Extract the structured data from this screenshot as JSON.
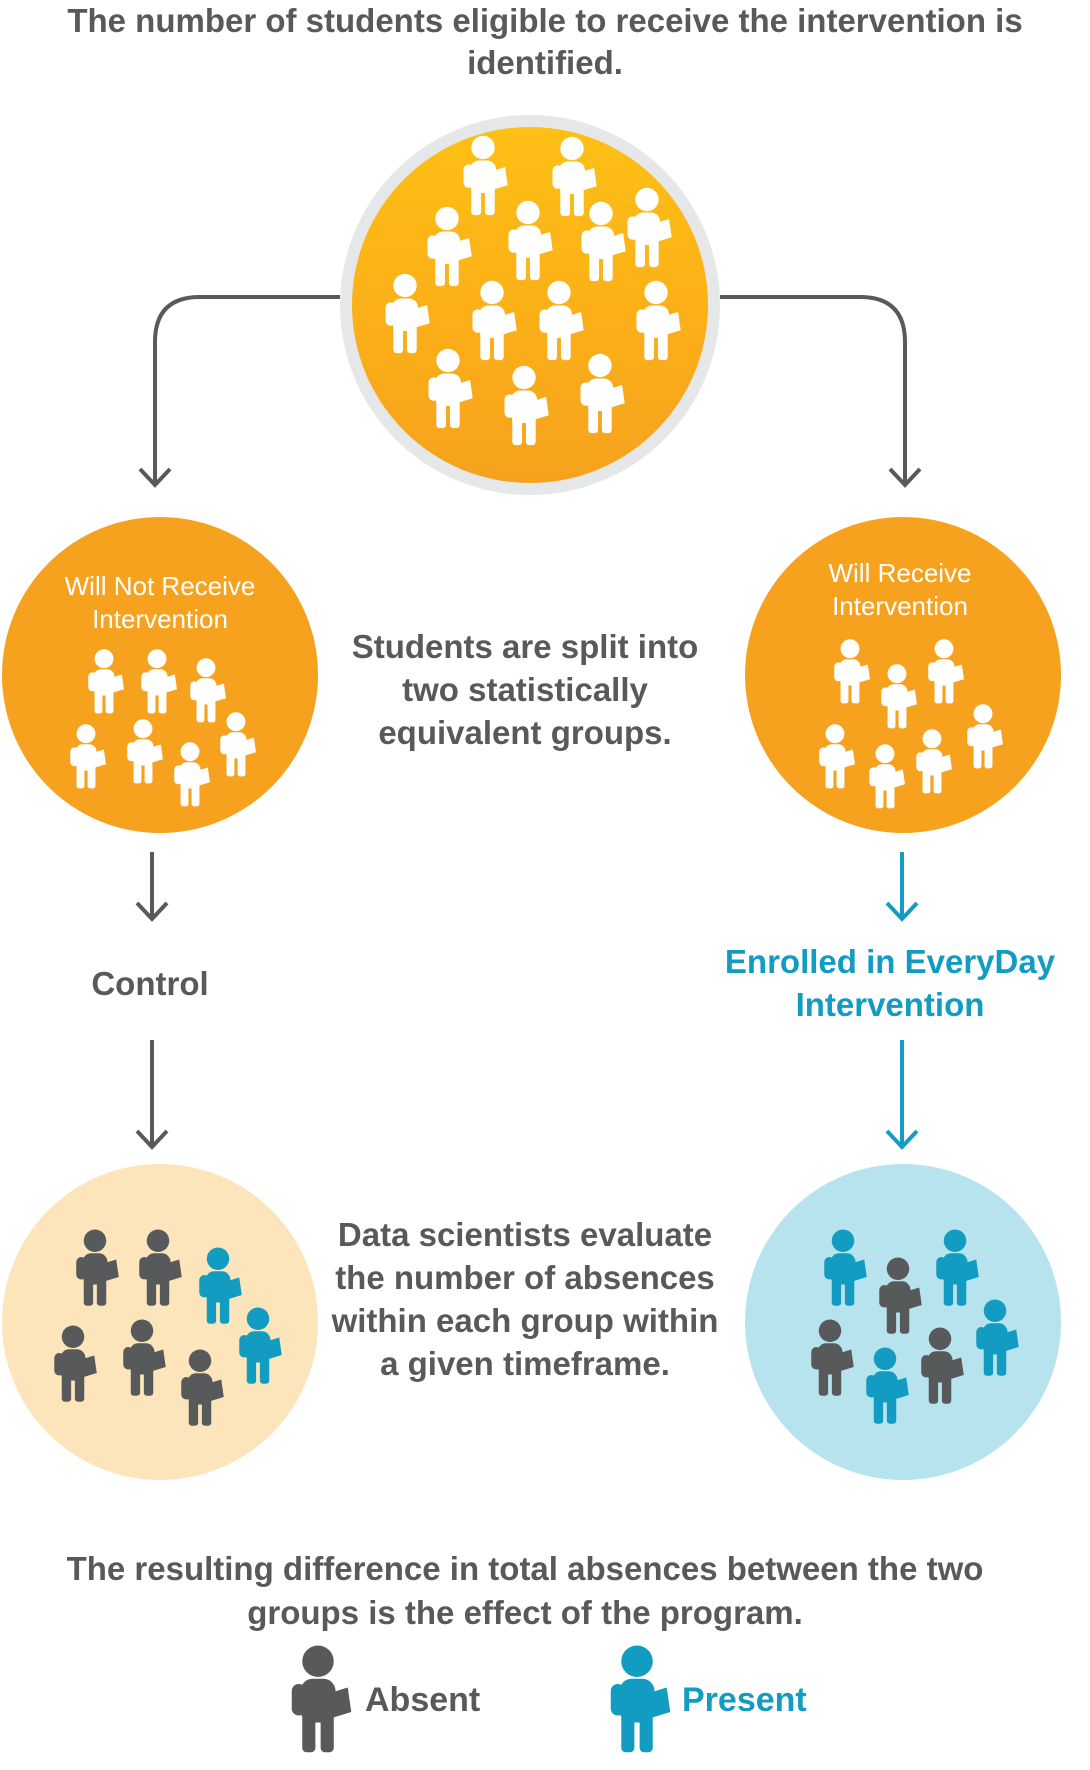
{
  "title": "The number of students eligible to receive the intervention is identified.",
  "split_text": "Students are split into two statistically equivalent groups.",
  "left_circle_label": "Will Not Receive Intervention",
  "right_circle_label": "Will Receive Intervention",
  "control_label": "Control",
  "enrolled_label": "Enrolled in EveryDay Intervention",
  "evaluate_text": "Data scientists evaluate the number of absences within each group within a given timeframe.",
  "result_text": "The resulting difference in total absences between the two groups is the effect of the program.",
  "legend": {
    "absent": "Absent",
    "present": "Present"
  },
  "colors": {
    "orange_dark": "#f6a21e",
    "orange_light": "#fcc016",
    "peach": "#fde5bb",
    "light_blue": "#b6e3ee",
    "gray": "#58595b",
    "blue": "#139cc1",
    "white": "#ffffff"
  }
}
